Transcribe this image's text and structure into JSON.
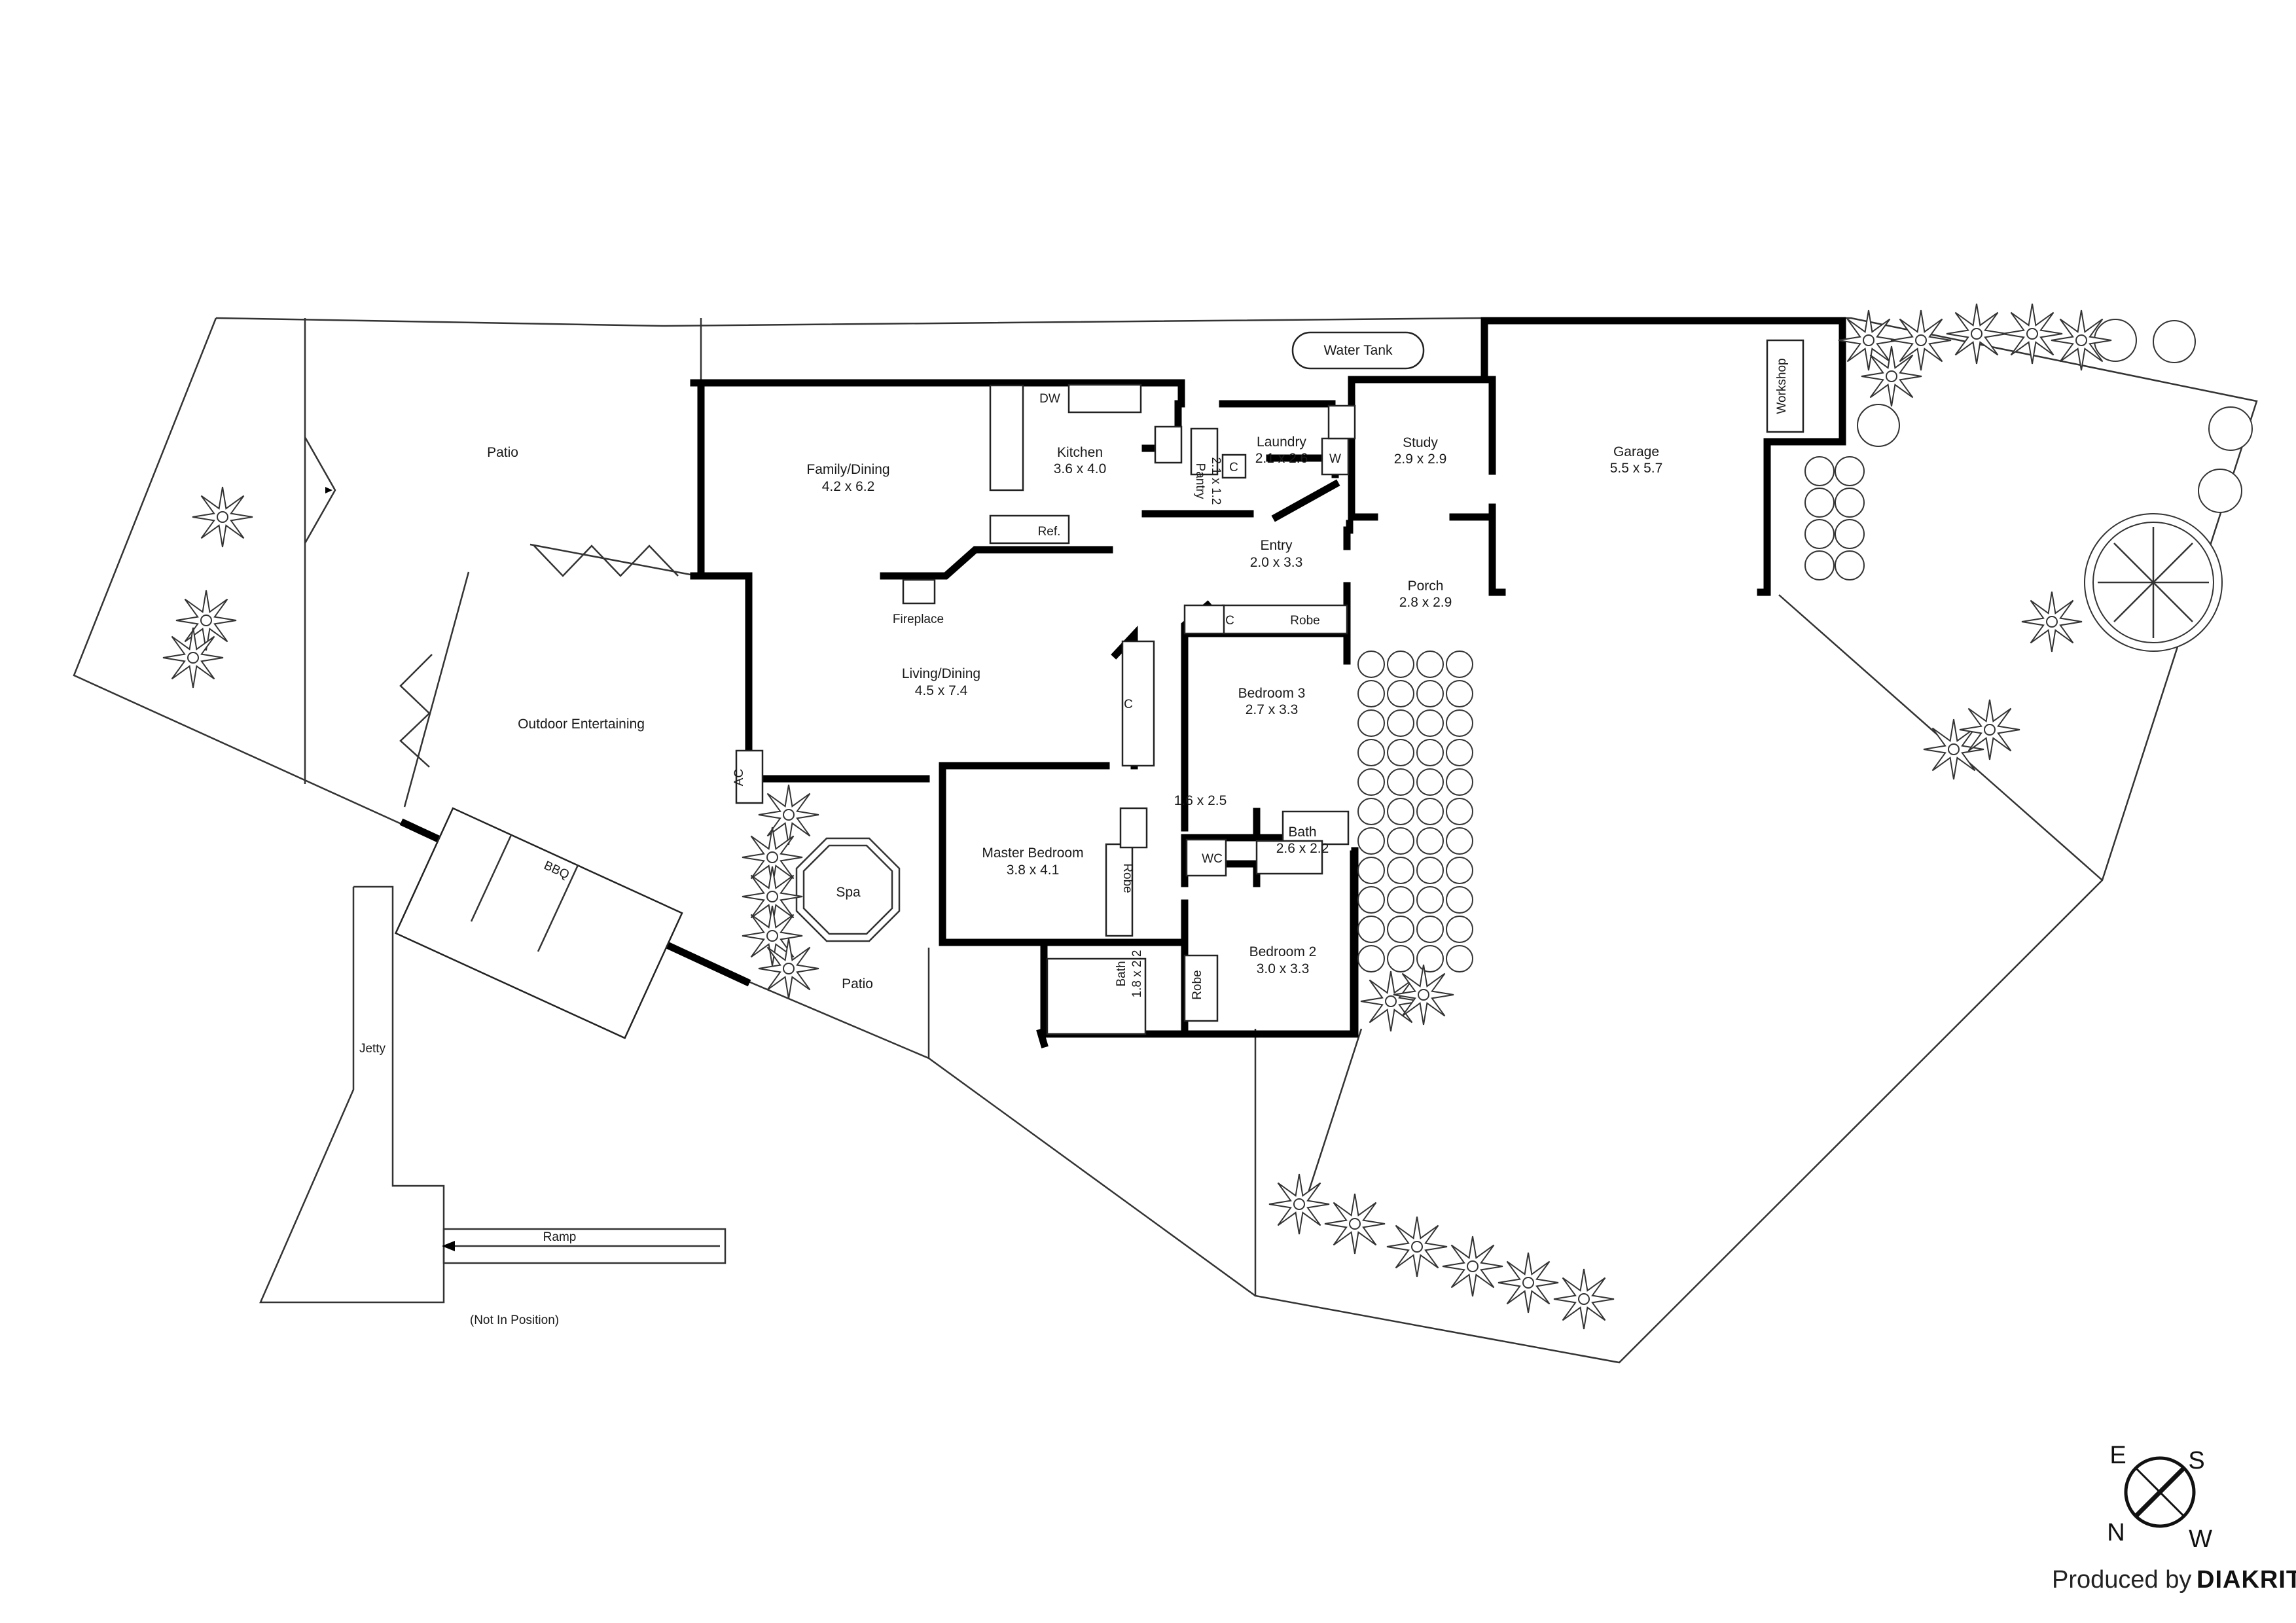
{
  "rooms": {
    "patio_north": "Patio",
    "family_dining": {
      "name": "Family/Dining",
      "size": "4.2 x 6.2"
    },
    "kitchen": {
      "name": "Kitchen",
      "size": "3.6 x 4.0"
    },
    "dw": "DW",
    "ref": "Ref.",
    "pantry": {
      "name": "Pantry",
      "size": "2.1 x 1.2"
    },
    "laundry": {
      "name": "Laundry",
      "size": "2.1 x 2.6"
    },
    "laundry_c": "C",
    "laundry_w": "W",
    "water_tank": "Water Tank",
    "study": {
      "name": "Study",
      "size": "2.9 x 2.9"
    },
    "garage": {
      "name": "Garage",
      "size": "5.5 x 5.7"
    },
    "workshop": "Workshop",
    "entry": {
      "name": "Entry",
      "size": "2.0 x 3.3"
    },
    "porch": {
      "name": "Porch",
      "size": "2.8 x 2.9"
    },
    "fireplace": "Fireplace",
    "living_dining": {
      "name": "Living/Dining",
      "size": "4.5 x 7.4"
    },
    "living_c": "C",
    "bed3_c": "C",
    "bed3_robe": "Robe",
    "bedroom3": {
      "name": "Bedroom 3",
      "size": "2.7 x 3.3"
    },
    "outdoor": "Outdoor Entertaining",
    "ac": "AC",
    "hall": "1.6 x 2.5",
    "bath": {
      "name": "Bath",
      "size": "2.6 x 2.2"
    },
    "wc": "WC",
    "master": {
      "name": "Master Bedroom",
      "size": "3.8 x 4.1"
    },
    "master_robe": "Robe",
    "bbq": "BBQ",
    "spa": "Spa",
    "patio_south": "Patio",
    "ensuite": {
      "name": "Bath",
      "size": "1.8 x 2.2"
    },
    "bed2_robe": "Robe",
    "bedroom2": {
      "name": "Bedroom 2",
      "size": "3.0 x 3.3"
    },
    "jetty": "Jetty",
    "ramp": "Ramp",
    "not_in_position": "(Not In Position)"
  },
  "compass": {
    "e": "E",
    "s": "S",
    "n": "N",
    "w": "W"
  },
  "credit": {
    "prefix": "Produced by",
    "brand": "DIAKRIT"
  }
}
